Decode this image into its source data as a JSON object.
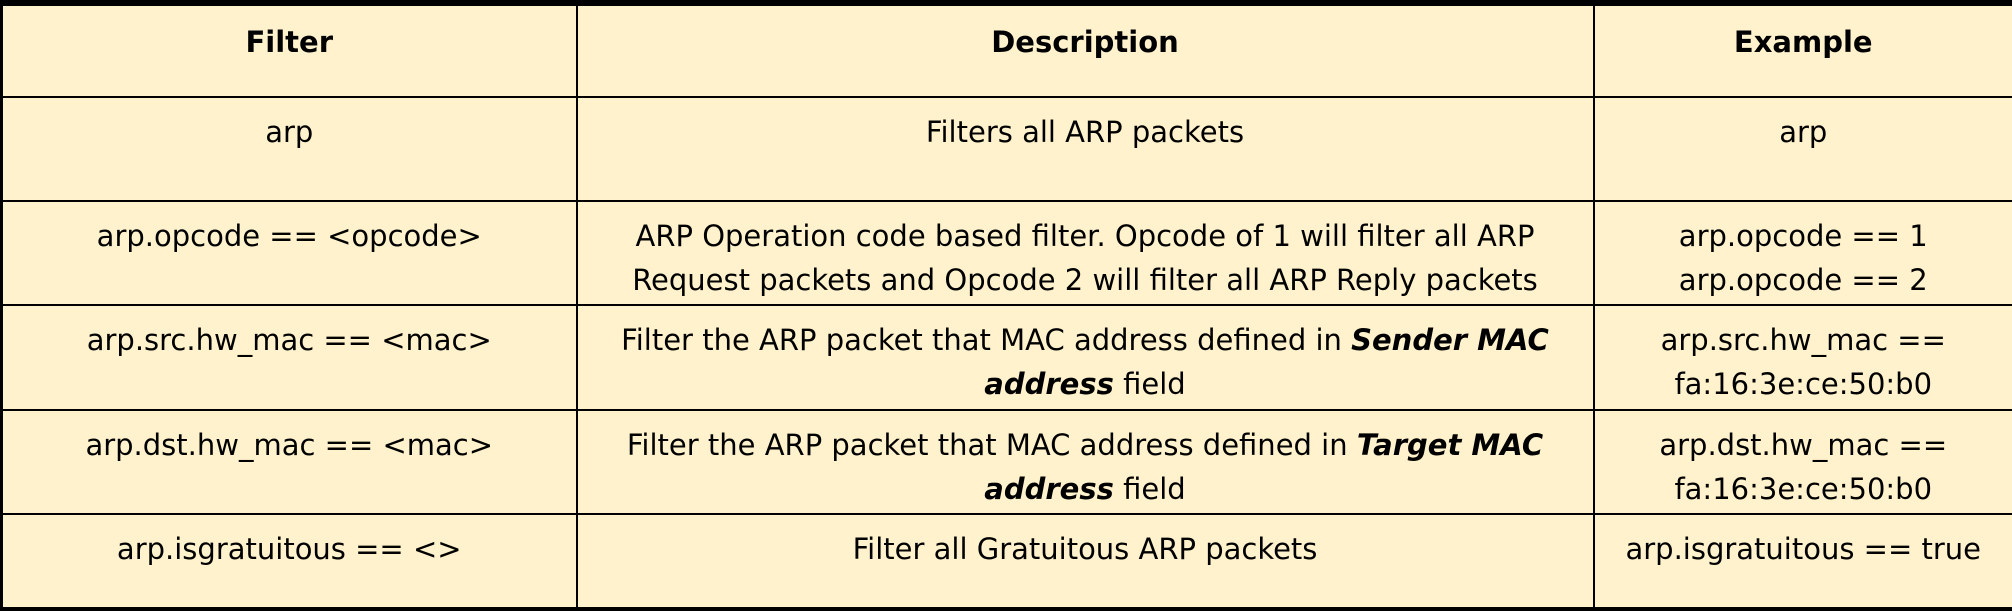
{
  "table": {
    "headers": {
      "filter": "Filter",
      "description": "Description",
      "example": "Example"
    },
    "rows": [
      {
        "filter": "arp",
        "description": {
          "line1": "Filters all ARP packets"
        },
        "example": {
          "line1": "arp"
        }
      },
      {
        "filter": "arp.opcode == <opcode>",
        "description": {
          "line1": "ARP Operation code based filter. Opcode of 1 will filter all ARP",
          "line2": "Request packets and Opcode 2 will filter all ARP Reply packets"
        },
        "example": {
          "line1": "arp.opcode == 1",
          "line2": "arp.opcode == 2"
        }
      },
      {
        "filter": "arp.src.hw_mac == <mac>",
        "description": {
          "prefix": "Filter the ARP packet that MAC address defined in ",
          "emphasis1": "Sender MAC",
          "emphasis2": "address",
          "suffix": " field"
        },
        "example": {
          "line1": "arp.src.hw_mac ==",
          "line2": "fa:16:3e:ce:50:b0"
        }
      },
      {
        "filter": "arp.dst.hw_mac == <mac>",
        "description": {
          "prefix": "Filter the ARP packet that MAC address defined in ",
          "emphasis1": "Target MAC",
          "emphasis2": "address",
          "suffix": " field"
        },
        "example": {
          "line1": "arp.dst.hw_mac ==",
          "line2": "fa:16:3e:ce:50:b0"
        }
      },
      {
        "filter": "arp.isgratuitous == <>",
        "description": {
          "line1": "Filter all Gratuitous ARP packets"
        },
        "example": {
          "line1": "arp.isgratuitous == true"
        }
      }
    ]
  },
  "colors": {
    "background": "#fff2cc",
    "border": "#000000",
    "text": "#000000"
  }
}
